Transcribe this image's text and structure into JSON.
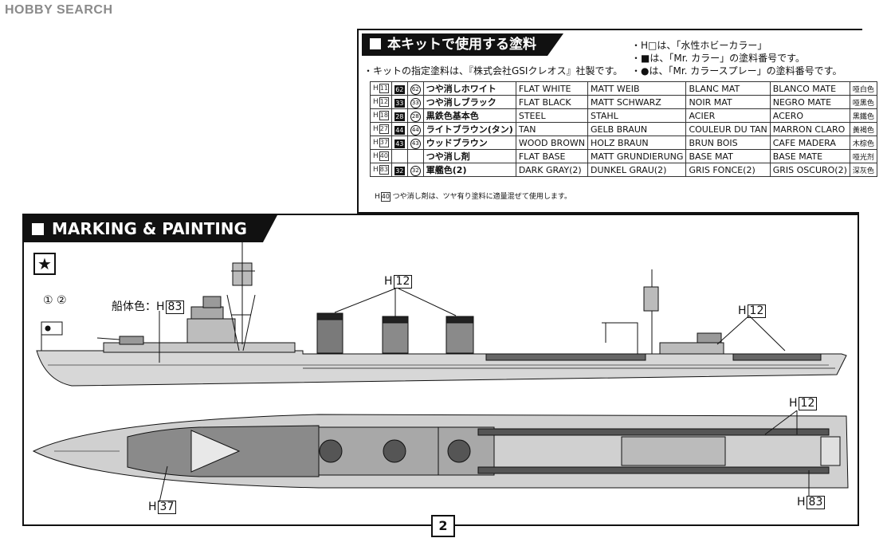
{
  "header": {
    "logo": "HOBBY SEARCH"
  },
  "paint": {
    "title": "本キットで使用する塗料",
    "notes": [
      "・キットの指定塗料は、『株式会社GSIクレオス』社製です。",
      "・H□は、「水性ホビーカラー」",
      "・■は、「Mr. カラー」の塗料番号です。",
      "・●は、「Mr. カラースプレー」の塗料番号です。"
    ],
    "rows": [
      {
        "h": "11",
        "m": "62",
        "s": "62",
        "name": "つや消しホワイト",
        "en": "FLAT WHITE",
        "de": "MATT WEIB",
        "fr": "BLANC MAT",
        "es": "BLANCO MATE",
        "cn": "哑白色"
      },
      {
        "h": "12",
        "m": "33",
        "s": "33",
        "name": "つや消しブラック",
        "en": "FLAT BLACK",
        "de": "MATT SCHWARZ",
        "fr": "NOIR MAT",
        "es": "NEGRO MATE",
        "cn": "哑黑色"
      },
      {
        "h": "18",
        "m": "28",
        "s": "28",
        "name": "黒鉄色基本色",
        "en": "STEEL",
        "de": "STAHL",
        "fr": "ACIER",
        "es": "ACERO",
        "cn": "黑鐵色"
      },
      {
        "h": "27",
        "m": "44",
        "s": "44",
        "name": "ライトブラウン(タン)",
        "en": "TAN",
        "de": "GELB BRAUN",
        "fr": "COULEUR DU TAN",
        "es": "MARRON CLARO",
        "cn": "黃褐色"
      },
      {
        "h": "37",
        "m": "43",
        "s": "43",
        "name": "ウッドブラウン",
        "en": "WOOD BROWN",
        "de": "HOLZ BRAUN",
        "fr": "BRUN BOIS",
        "es": "CAFE MADERA",
        "cn": "木棕色"
      },
      {
        "h": "40",
        "m": "",
        "s": "",
        "name": "つや消し剤",
        "en": "FLAT BASE",
        "de": "MATT GRUNDIERUNG",
        "fr": "BASE MAT",
        "es": "BASE MATE",
        "cn": "哑光剂"
      },
      {
        "h": "83",
        "m": "32",
        "s": "32",
        "name": "軍艦色(2)",
        "en": "DARK GRAY(2)",
        "de": "DUNKEL GRAU(2)",
        "fr": "GRIS FONCE(2)",
        "es": "GRIS OSCURO(2)",
        "cn": "深灰色"
      }
    ],
    "footnote_code": "40",
    "footnote": "つや消し剤は、ツヤ有り塗料に適量混ぜて使用します。"
  },
  "marking": {
    "title": "MARKING & PAINTING",
    "star": "★",
    "flag_marks": "① ②",
    "hull_label": "船体色：H",
    "hull_code": "83",
    "funnel_code": "12",
    "aft_code": "12",
    "top_aft_code": "12",
    "deck_code": "37",
    "top_hull_code": "83"
  },
  "page": {
    "number": "2"
  }
}
